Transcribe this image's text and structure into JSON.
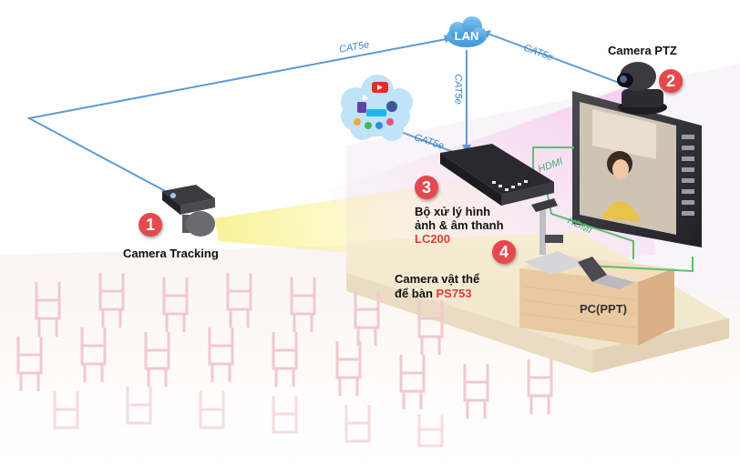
{
  "nodes": {
    "lan": {
      "label": "LAN"
    },
    "camera_tracking": {
      "number": "1",
      "label": "Camera Tracking"
    },
    "camera_ptz": {
      "number": "2",
      "label": "Camera PTZ"
    },
    "processor": {
      "number": "3",
      "line1": "Bộ xử lý hình",
      "line2a": "ảnh & âm thanh",
      "line3": "LC200"
    },
    "document_camera": {
      "number": "4",
      "line1": "Camera vật thể",
      "line2a": "để bàn ",
      "line2b": "PS753"
    },
    "pc": {
      "label": "PC(PPT)"
    }
  },
  "cables": {
    "tracking_lan": "CAT5e",
    "ptz_lan": "CAT5e",
    "lan_processor": "CAT5e",
    "processor_streaming": "CAT5e",
    "processor_display": "HDMI",
    "pc_processor": "HDMI"
  },
  "colors": {
    "network": "#5b9bd5",
    "hdmi": "#5cbf6f",
    "badge": "#e5484d",
    "product_code": "#e03a3e"
  },
  "icons": [
    "lan-cloud-icon",
    "streaming-cloud-icon",
    "youtube-icon",
    "facebook-icon",
    "twitch-icon",
    "vimeo-icon"
  ]
}
